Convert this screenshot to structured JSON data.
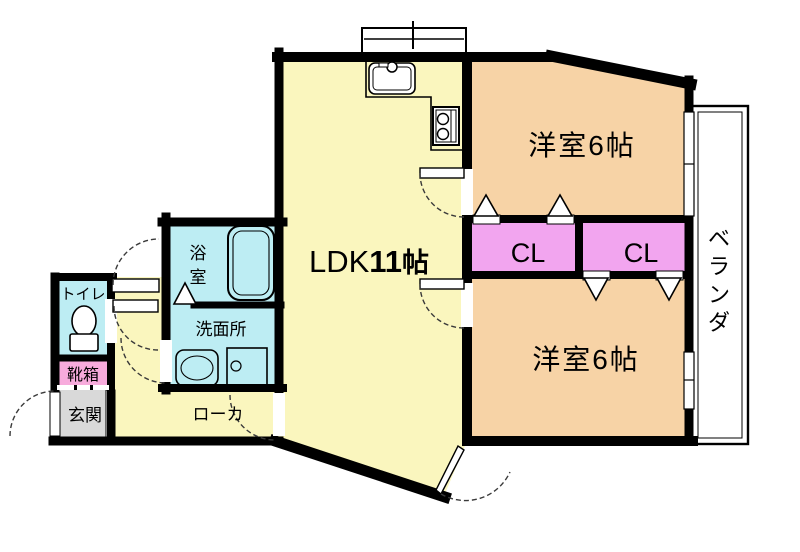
{
  "rooms": {
    "ldk": {
      "name": "LDK",
      "size": "11",
      "unit": "帖"
    },
    "western_upper": {
      "label": "洋室6帖"
    },
    "western_lower": {
      "label": "洋室6帖"
    },
    "closet_left": {
      "label": "CL"
    },
    "closet_right": {
      "label": "CL"
    },
    "veranda": {
      "label": "ベランダ",
      "chars": [
        "ベ",
        "ラ",
        "ン",
        "ダ"
      ]
    },
    "bathroom": {
      "label": "浴室",
      "chars": [
        "浴",
        "室"
      ]
    },
    "washroom": {
      "label": "洗面所"
    },
    "toilet": {
      "label": "トイレ"
    },
    "shoe_box": {
      "label": "靴箱"
    },
    "entrance": {
      "label": "玄関"
    },
    "corridor": {
      "label": "ローカ"
    }
  },
  "colors": {
    "background": "#FFFFFF",
    "wall": "#000000",
    "ldk_floor": "#FAF6BE",
    "western_floor": "#F7D3A6",
    "closet_floor": "#F2A5EF",
    "wet_area_floor": "#BDEDF3",
    "shoe_box_fill": "#F7ABDC",
    "entrance_floor": "#D9D9D9"
  }
}
